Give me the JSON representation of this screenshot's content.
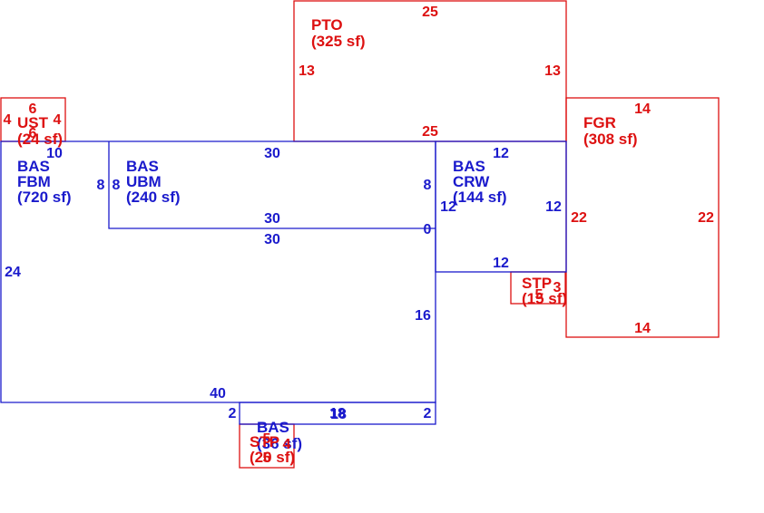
{
  "colors": {
    "living": "#1a1acc",
    "other": "#dd1111",
    "background": "#ffffff"
  },
  "areas": {
    "fbm": {
      "code": "BAS",
      "name": "FBM",
      "area": "(720 sf)"
    },
    "ubm": {
      "code": "BAS",
      "name": "UBM",
      "area": "(240 sf)"
    },
    "crw": {
      "code": "BAS",
      "name": "CRW",
      "area": "(144 sf)"
    },
    "bas_small": {
      "code": "BAS",
      "area": "(36 sf)"
    },
    "pto": {
      "name": "PTO",
      "area": "(325 sf)"
    },
    "fgr": {
      "name": "FGR",
      "area": "(308 sf)"
    },
    "ust": {
      "name": "UST",
      "area": "(24 sf)"
    },
    "stp_right": {
      "name": "STP",
      "area": "(15 sf)"
    },
    "stp_bottom": {
      "name": "STP",
      "area": "(20 sf)"
    }
  },
  "dimensions": {
    "pto_top": "25",
    "pto_bottom": "25",
    "pto_left": "13",
    "pto_right": "13",
    "fgr_top": "14",
    "fgr_bottom": "14",
    "fgr_left": "22",
    "fgr_right": "22",
    "ust_top": "6",
    "ust_left": "4",
    "ust_right": "4",
    "ust_bottom": "6",
    "fbm_top": "10",
    "fbm_left": "24",
    "fbm_bottom": "40",
    "fbm_step_left": "2",
    "fbm_step_right": "2",
    "fbm_right": "16",
    "ubm_top": "30",
    "ubm_bottom": "30",
    "ubm_below": "30",
    "ubm_left_outer": "8",
    "ubm_left_inner": "8",
    "ubm_right": "8",
    "ubm_zero": "0",
    "crw_top": "12",
    "crw_bottom": "12",
    "crw_left": "12",
    "crw_right": "12",
    "stp_right_w": "5",
    "stp_right_h": "3",
    "bas_small_w": "18",
    "bas_small_w2": "18",
    "stp_bottom_a": "5",
    "stp_bottom_b": "4",
    "stp_bottom_c": "5"
  }
}
